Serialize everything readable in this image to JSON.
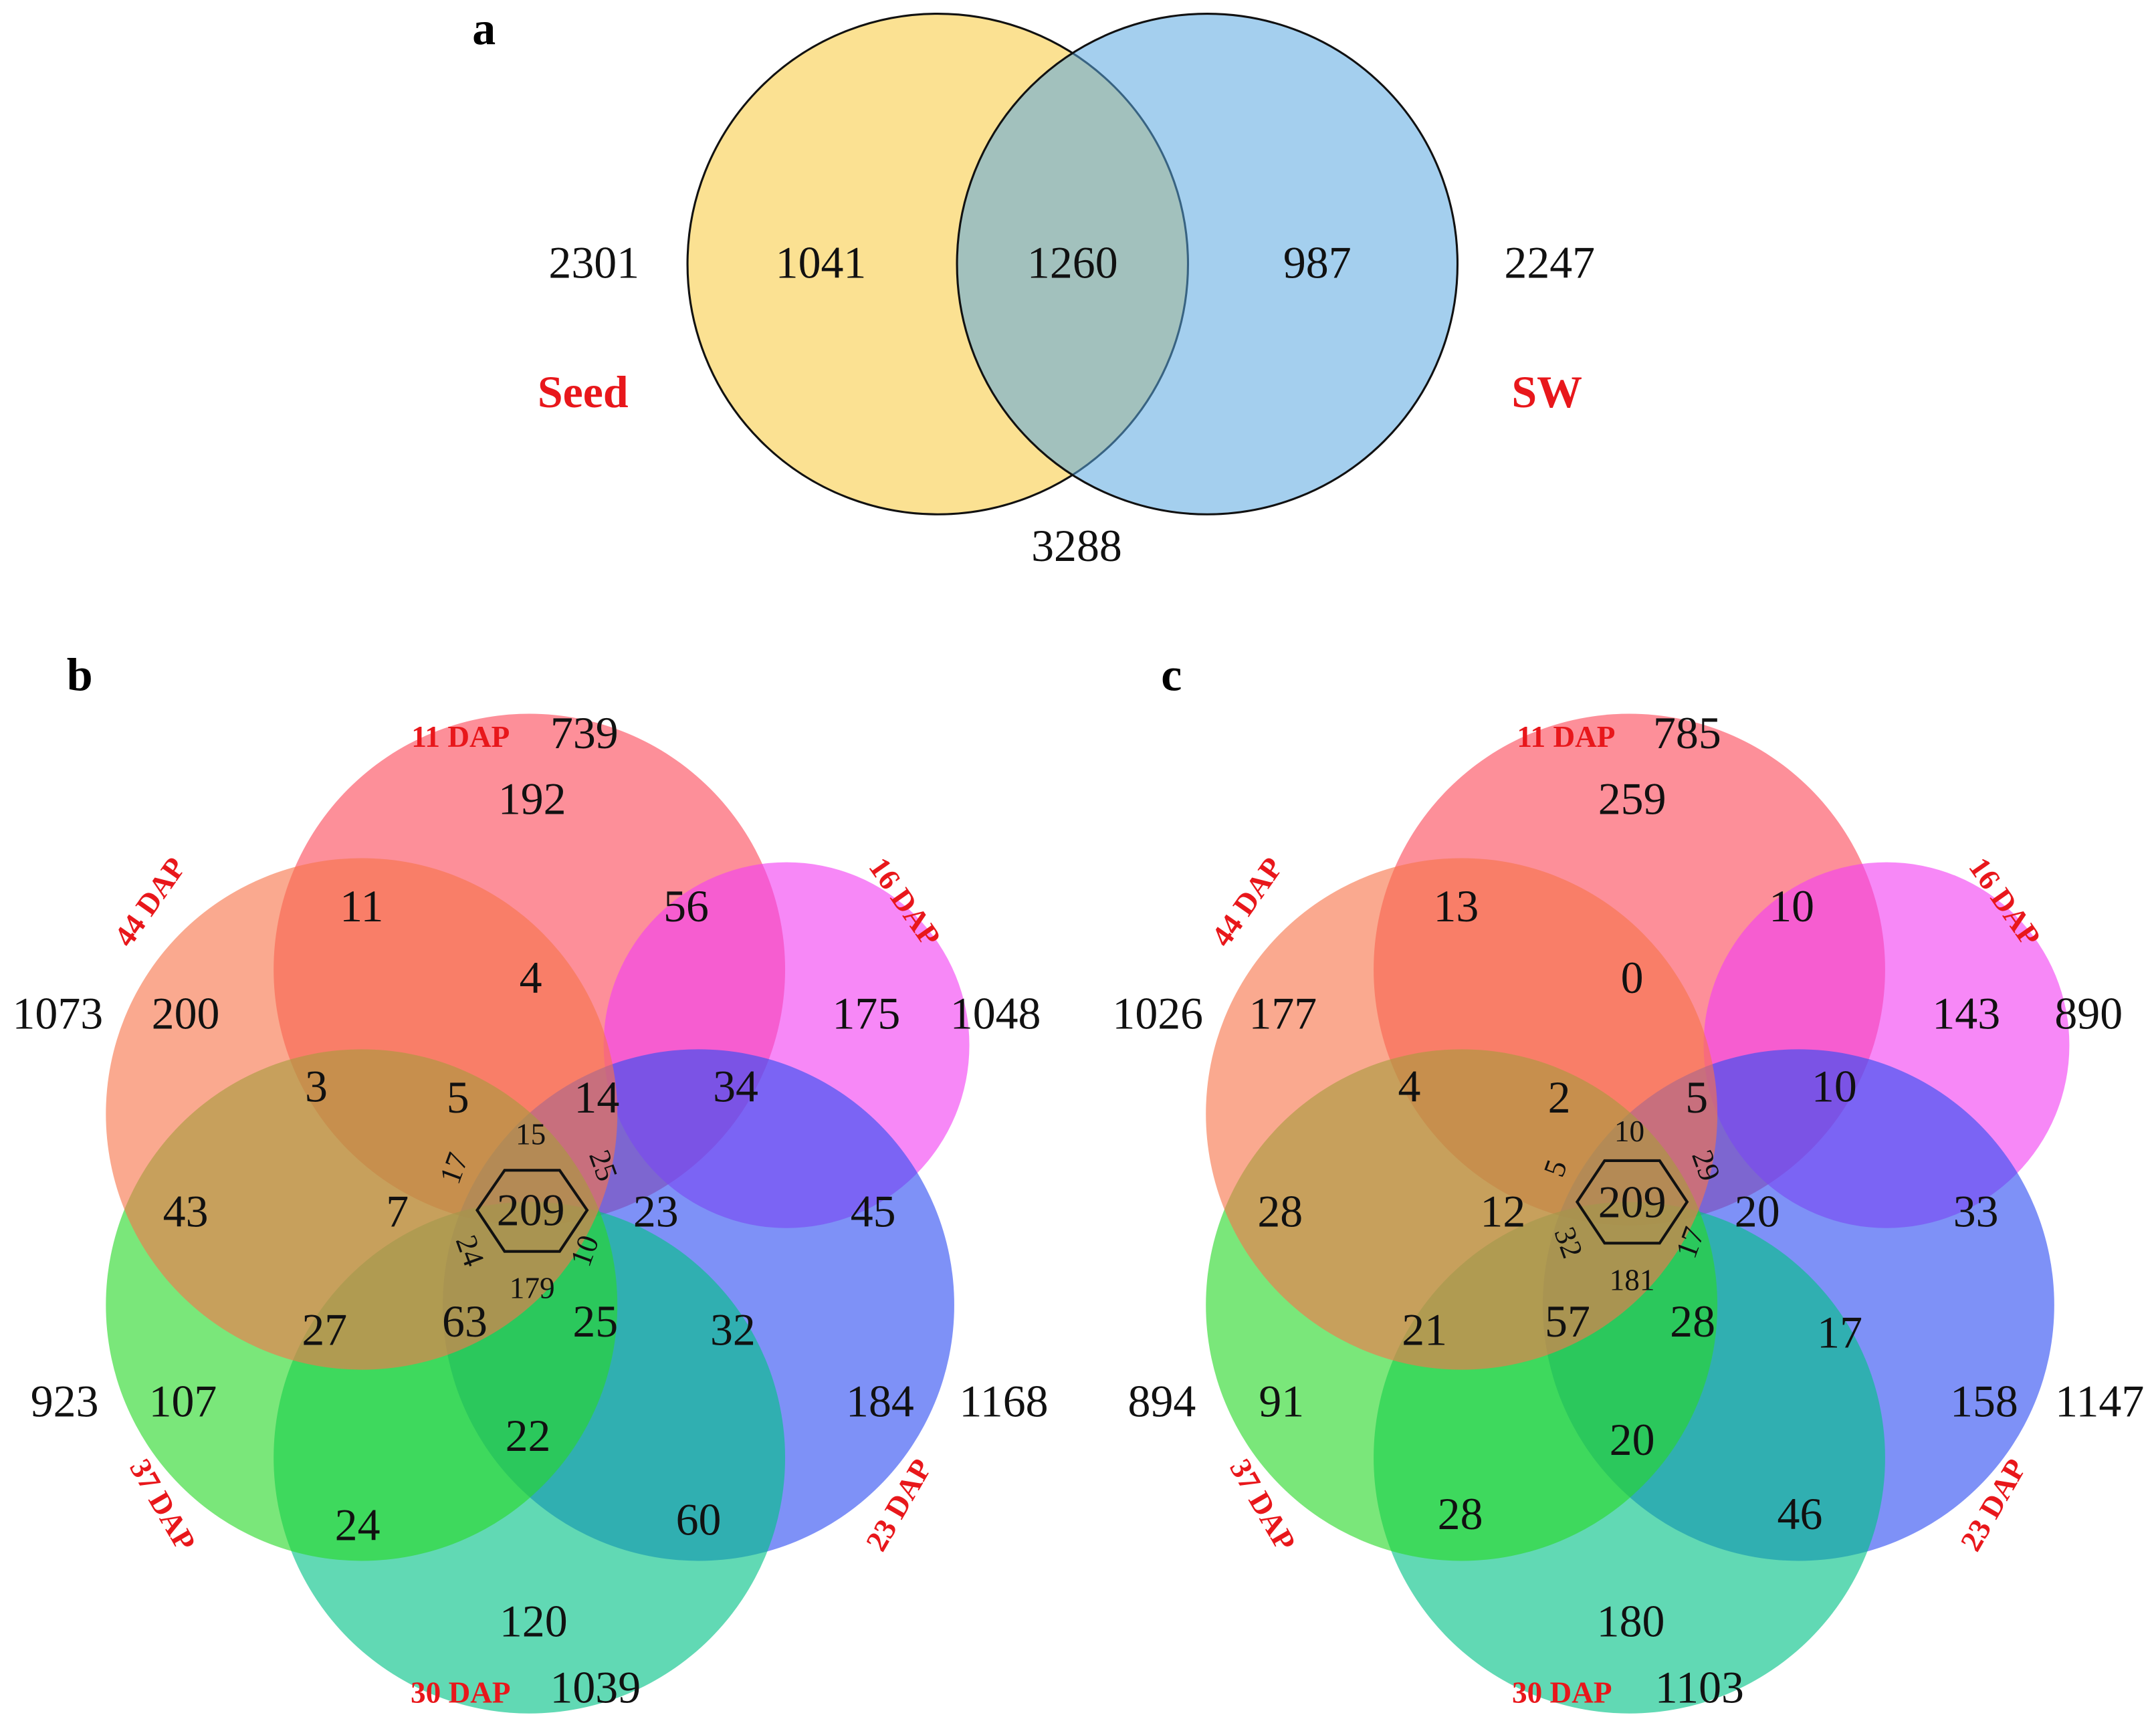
{
  "colors": {
    "seed": "#f9cd4a",
    "sw": "#5aa7e0",
    "label_red": "#e8171b",
    "dap_11": "#fb4a5b",
    "dap_16": "#f23ff2",
    "dap_23": "#2e4ef2",
    "dap_30": "#00c286",
    "dap_37": "#28d928",
    "dap_44": "#f7754a"
  },
  "icons": [
    "hexagon-icon"
  ],
  "panel_a": {
    "letter": "a",
    "left_label": "Seed",
    "right_label": "SW",
    "left_total": "2301",
    "right_total": "2247",
    "union_total": "3288",
    "left_only": "1041",
    "overlap": "1260",
    "right_only": "987"
  },
  "panel_b": {
    "letter": "b",
    "sets": {
      "d11": {
        "label": "11 DAP",
        "total": "739"
      },
      "d16": {
        "label": "16 DAP",
        "total": "1048"
      },
      "d23": {
        "label": "23 DAP",
        "total": "1168"
      },
      "d30": {
        "label": "30 DAP",
        "total": "1039"
      },
      "d37": {
        "label": "37 DAP",
        "total": "923"
      },
      "d44": {
        "label": "44 DAP",
        "total": "1073"
      }
    },
    "regions": {
      "u11": "192",
      "u16": "175",
      "u23": "184",
      "u30": "120",
      "u37": "107",
      "u44": "200",
      "o_11_16": "56",
      "o_16_23": "45",
      "o_23_30": "60",
      "o_30_37": "24",
      "o_37_44": "43",
      "o_44_11": "11",
      "i_4": "4",
      "i_34": "34",
      "i_32": "32",
      "i_22": "22",
      "i_27": "27",
      "i_3": "3",
      "i_5": "5",
      "i_14": "14",
      "i_23": "23",
      "i_25": "25",
      "i_63": "63",
      "i_7": "7",
      "s_15": "15",
      "s_25": "25",
      "s_10": "10",
      "s_179": "179",
      "s_24": "24",
      "s_17": "17",
      "center": "209"
    }
  },
  "panel_c": {
    "letter": "c",
    "sets": {
      "d11": {
        "label": "11 DAP",
        "total": "785"
      },
      "d16": {
        "label": "16 DAP",
        "total": "890"
      },
      "d23": {
        "label": "23 DAP",
        "total": "1147"
      },
      "d30": {
        "label": "30 DAP",
        "total": "1103"
      },
      "d37": {
        "label": "37 DAP",
        "total": "894"
      },
      "d44": {
        "label": "44 DAP",
        "total": "1026"
      }
    },
    "regions": {
      "u11": "259",
      "u16": "143",
      "u23": "158",
      "u30": "180",
      "u37": "91",
      "u44": "177",
      "o_11_16": "10",
      "o_16_23": "33",
      "o_23_30": "46",
      "o_30_37": "28",
      "o_37_44": "28",
      "o_44_11": "13",
      "i_4": "0",
      "i_34": "10",
      "i_32": "17",
      "i_22": "20",
      "i_27": "21",
      "i_3": "4",
      "i_5": "2",
      "i_14": "5",
      "i_23": "20",
      "i_25": "28",
      "i_63": "57",
      "i_7": "12",
      "s_15": "10",
      "s_25": "29",
      "s_10": "17",
      "s_179": "181",
      "s_24": "32",
      "s_17": "5",
      "center": "209"
    }
  }
}
